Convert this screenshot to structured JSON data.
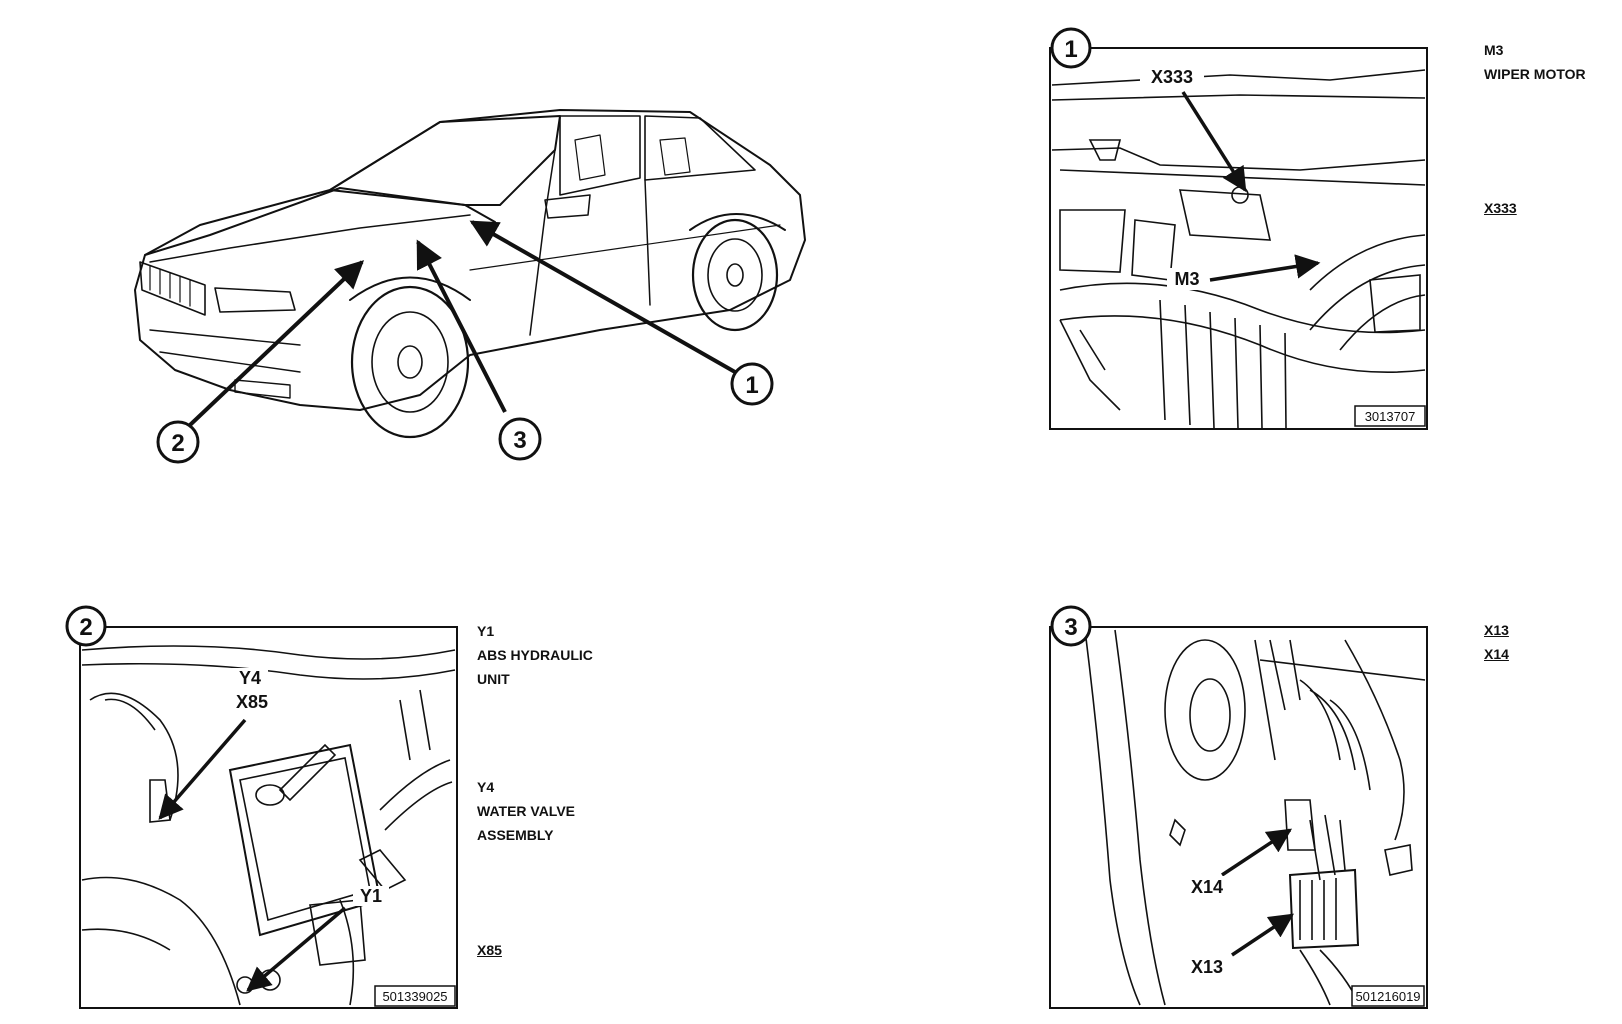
{
  "overview": {
    "callouts": [
      "1",
      "2",
      "3"
    ]
  },
  "panel1": {
    "number": "1",
    "tags": [
      "X333",
      "M3"
    ],
    "ref": "3013707",
    "legend": [
      {
        "code": "M3",
        "lines": [
          "WIPER MOTOR"
        ],
        "underline": false
      },
      {
        "code": "X333",
        "lines": [],
        "underline": true
      }
    ]
  },
  "panel2": {
    "number": "2",
    "tags": [
      "Y4",
      "X85",
      "Y1"
    ],
    "ref": "501339025",
    "legend": [
      {
        "code": "Y1",
        "lines": [
          "ABS HYDRAULIC",
          "UNIT"
        ],
        "underline": false
      },
      {
        "code": "Y4",
        "lines": [
          "WATER VALVE",
          "ASSEMBLY"
        ],
        "underline": false
      },
      {
        "code": "X85",
        "lines": [],
        "underline": true
      }
    ]
  },
  "panel3": {
    "number": "3",
    "tags": [
      "X14",
      "X13"
    ],
    "ref": "501216019",
    "legend": [
      {
        "code": "X13",
        "lines": [],
        "underline": true
      },
      {
        "code": "X14",
        "lines": [],
        "underline": true
      }
    ]
  }
}
